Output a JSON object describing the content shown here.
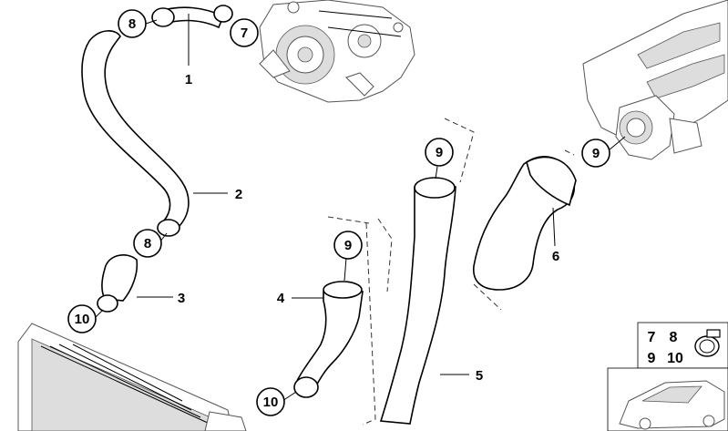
{
  "callouts": {
    "c1": "1",
    "c2": "2",
    "c3": "3",
    "c4": "4",
    "c5": "5",
    "c6": "6",
    "c7": "7",
    "c8a": "8",
    "c8b": "8",
    "c9a": "9",
    "c9b": "9",
    "c9c": "9",
    "c10a": "10",
    "c10b": "10"
  },
  "legend": {
    "a": "7",
    "b": "8",
    "c": "9",
    "d": "10"
  }
}
